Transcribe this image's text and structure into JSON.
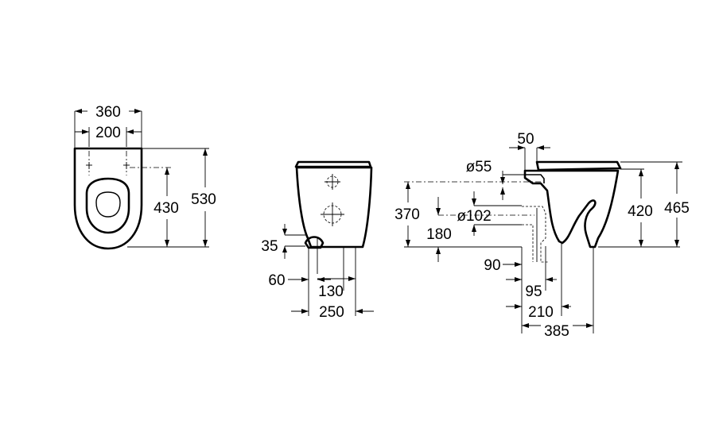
{
  "top_view": {
    "width_outer": "360",
    "width_fix": "200",
    "fix_depth": "430",
    "length": "530"
  },
  "front_view": {
    "inlet_height": "35",
    "offset_left": "60",
    "offset_right": "130",
    "base_width": "250"
  },
  "side_view": {
    "seat_offset": "50",
    "inlet_diameter": "ø55",
    "outlet_diameter": "ø102",
    "inlet_height": "370",
    "outlet_height": "180",
    "bowl_height": "420",
    "total_height": "465",
    "outlet_offset": "90",
    "outlet_depth": "95",
    "outlet_center": "210",
    "total_depth": "385"
  }
}
